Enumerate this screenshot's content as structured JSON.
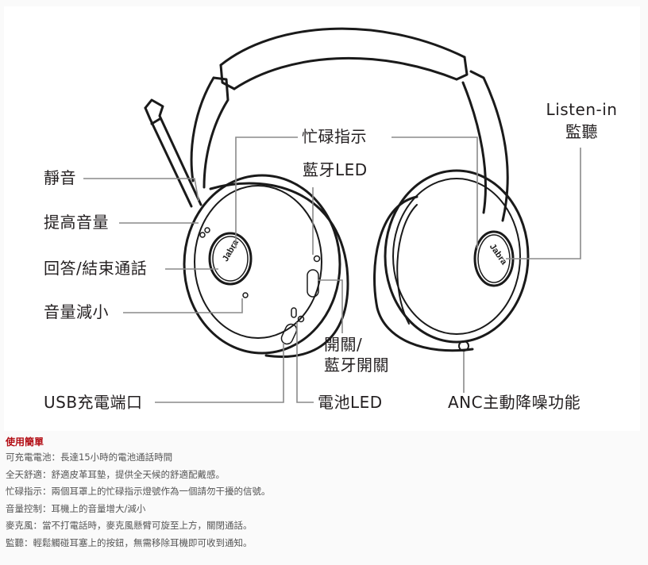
{
  "diagram": {
    "labels": {
      "mute": "靜音",
      "volume_up": "提高音量",
      "answer_end_call": "回答/結束通話",
      "volume_down": "音量減小",
      "usb_port": "USB充電端口",
      "busy_light": "忙碌指示",
      "bluetooth_led": "藍牙LED",
      "power_bt_switch_line1": "開關/",
      "power_bt_switch_line2": "藍牙開關",
      "battery_led": "電池LED",
      "listen_in_en": "Listen-in",
      "listen_in_zh": "監聽",
      "anc": "ANC主動降噪功能"
    },
    "brand_left": "Jabra",
    "brand_right": "Jabra"
  },
  "info": {
    "title": "使用簡單",
    "lines": [
      "可充電電池：長達15小時的電池通話時間",
      "全天舒適：舒適皮革耳墊，提供全天候的舒適配戴感。",
      "忙碌指示：兩個耳罩上的忙碌指示燈號作為一個請勿干擾的信號。",
      "音量控制：耳機上的音量增大/減小",
      "麥克風：當不打電話時，麥克風懸臂可旋至上方，關閉通話。",
      "監聽：輕鬆觸碰耳塞上的按鈕，無需移除耳機即可收到通知。"
    ]
  },
  "colors": {
    "title_red": "#b30d14",
    "text_gray": "#555555",
    "line_gray": "#8a8a8a",
    "ink": "#1a1a1a"
  }
}
